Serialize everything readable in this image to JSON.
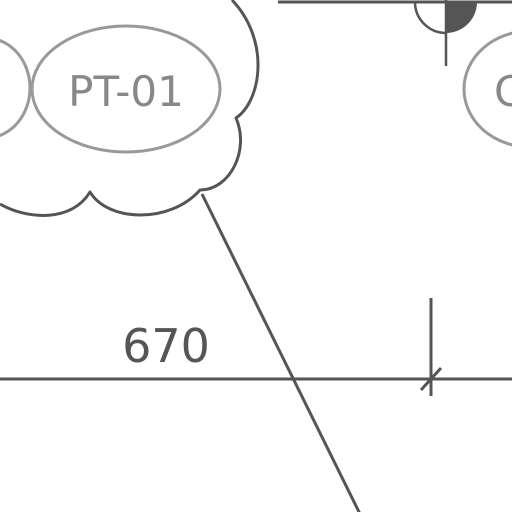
{
  "tags": {
    "main": "PT-01",
    "left_partial": "",
    "right_partial": "C"
  },
  "dimension": {
    "value": "670"
  },
  "colors": {
    "line_dark": "#555555",
    "line_gray": "#999999",
    "text_gray": "#888888",
    "text_dark": "#555555",
    "background": "#ffffff"
  },
  "icons": {
    "section_marker": "section-quadrant-icon",
    "dimension_tick": "dimension-tick-icon"
  }
}
